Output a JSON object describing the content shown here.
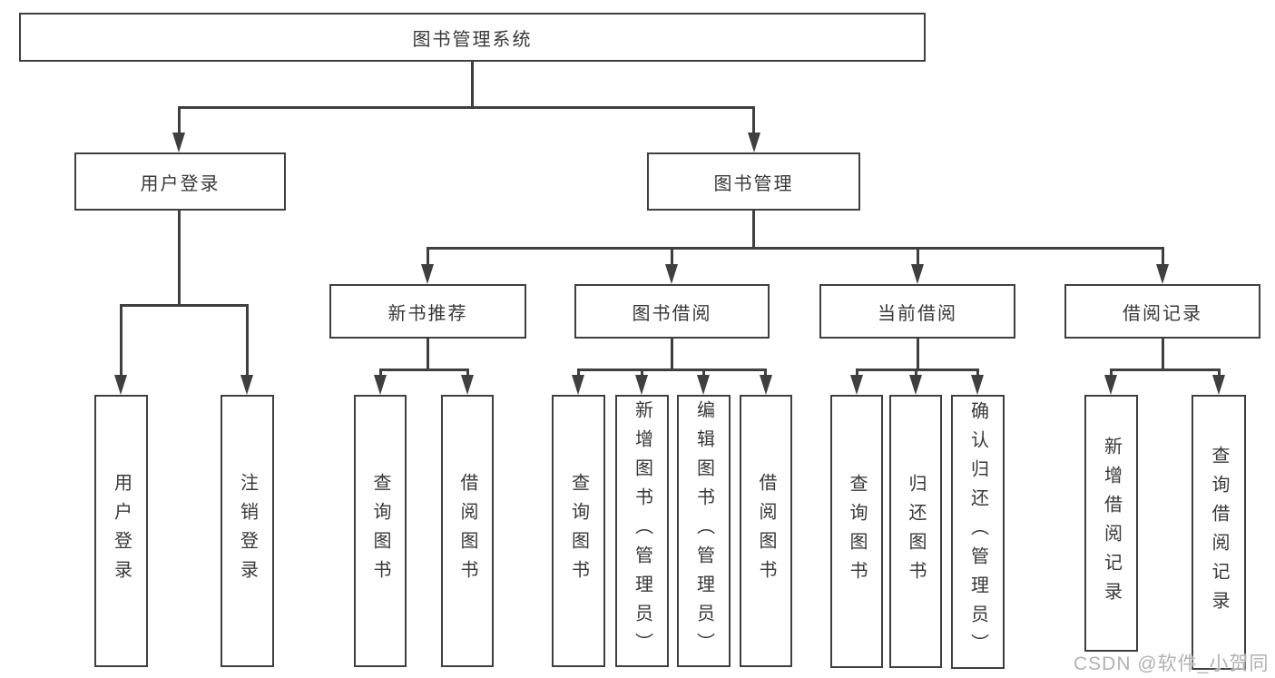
{
  "diagram": {
    "root": {
      "label": "图书管理系统"
    },
    "branches": [
      {
        "label": "用户登录",
        "children": [
          {
            "label": "用户登录"
          },
          {
            "label": "注销登录"
          }
        ]
      },
      {
        "label": "图书管理",
        "children": [
          {
            "label": "新书推荐",
            "children": [
              {
                "label": "查询图书"
              },
              {
                "label": "借阅图书"
              }
            ]
          },
          {
            "label": "图书借阅",
            "children": [
              {
                "label": "查询图书"
              },
              {
                "label": "新增图书（管理员）"
              },
              {
                "label": "编辑图书（管理员）"
              },
              {
                "label": "借阅图书"
              }
            ]
          },
          {
            "label": "当前借阅",
            "children": [
              {
                "label": "查询图书"
              },
              {
                "label": "归还图书"
              },
              {
                "label": "确认归还（管理员）"
              }
            ]
          },
          {
            "label": "借阅记录",
            "children": [
              {
                "label": "新增借阅记录"
              },
              {
                "label": "查询借阅记录"
              }
            ]
          }
        ]
      }
    ]
  },
  "watermark": {
    "text": "CSDN @软件_小贺同学",
    "color": "#b3b1b1"
  },
  "colors": {
    "line": "#3f3f3f",
    "box_border": "#3f3f3f",
    "text": "#383838",
    "background": "#ffffff"
  }
}
